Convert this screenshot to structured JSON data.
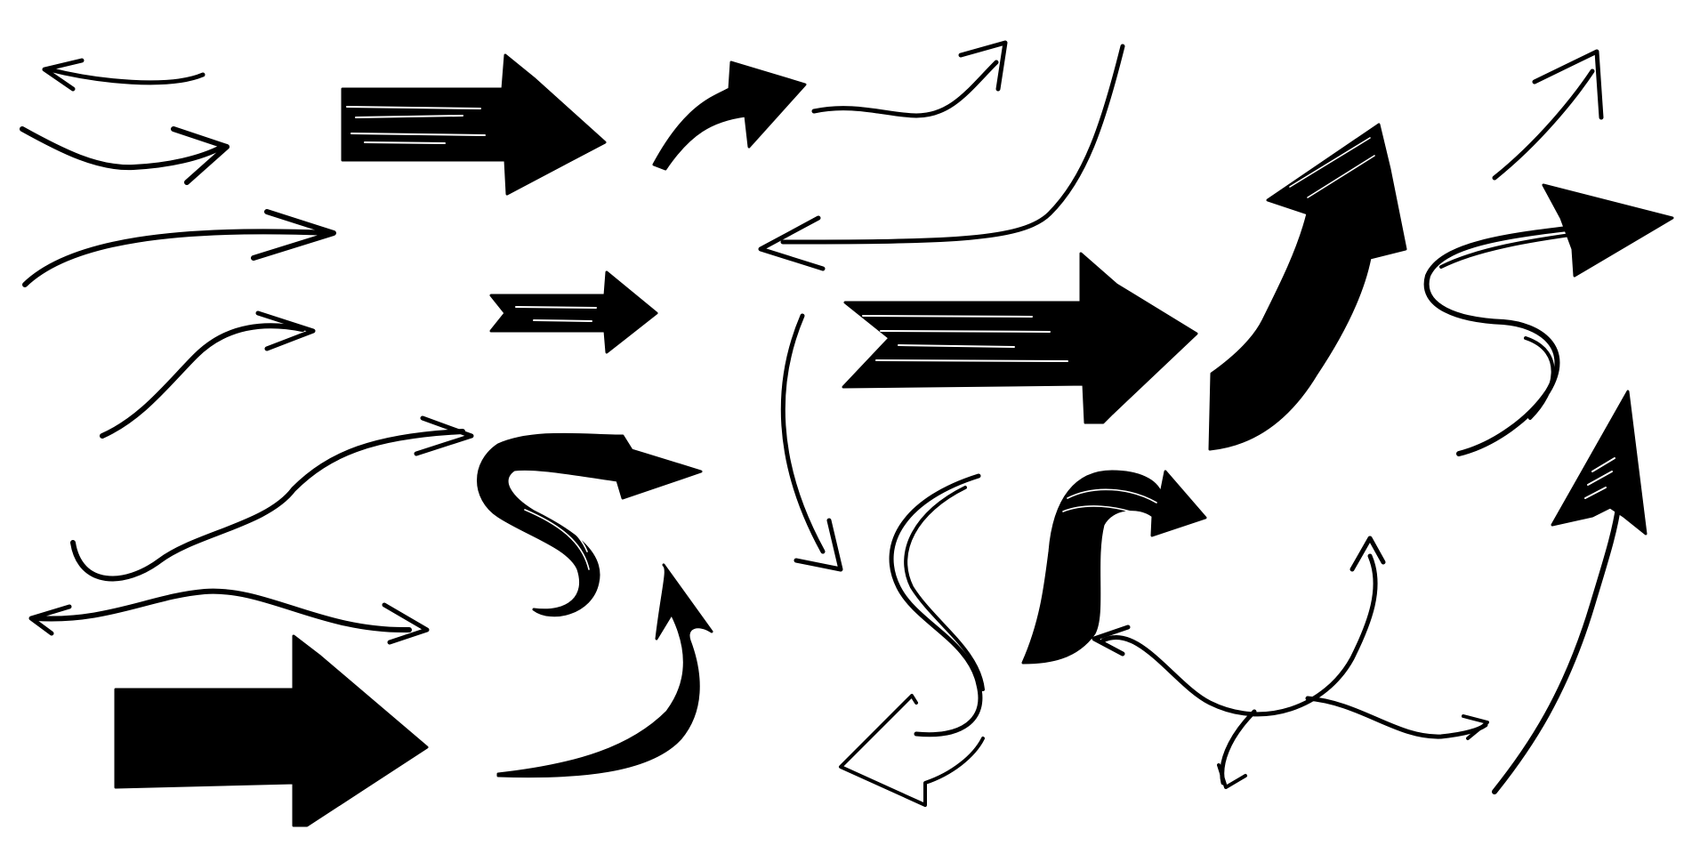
{
  "canvas": {
    "background": "#ffffff",
    "ink": "#000000"
  },
  "arrows": [
    {
      "name": "double-arrow-curve-icon",
      "style": "line"
    },
    {
      "name": "curved-arrow-right-icon",
      "style": "line"
    },
    {
      "name": "arc-arrow-right-icon",
      "style": "line"
    },
    {
      "name": "rising-arrow-icon",
      "style": "line"
    },
    {
      "name": "wavy-arrow-icon",
      "style": "line"
    },
    {
      "name": "wavy-double-arrow-icon",
      "style": "line"
    },
    {
      "name": "block-arrow-right-icon",
      "style": "filled"
    },
    {
      "name": "brush-arrow-right-icon",
      "style": "filled"
    },
    {
      "name": "small-brush-arrow-icon",
      "style": "filled"
    },
    {
      "name": "s-curve-brush-arrow-icon",
      "style": "filled"
    },
    {
      "name": "curved-up-arrow-icon",
      "style": "filled"
    },
    {
      "name": "hook-arrow-icon",
      "style": "filled"
    },
    {
      "name": "squiggle-arrow-icon",
      "style": "line"
    },
    {
      "name": "long-curve-left-arrow-icon",
      "style": "line"
    },
    {
      "name": "large-brush-arrow-right-icon",
      "style": "filled"
    },
    {
      "name": "bend-down-arrow-icon",
      "style": "line"
    },
    {
      "name": "s-curve-down-arrow-icon",
      "style": "outline"
    },
    {
      "name": "hook-over-arrow-icon",
      "style": "filled"
    },
    {
      "name": "large-up-arrow-icon",
      "style": "filled"
    },
    {
      "name": "diagonal-up-arrow-icon",
      "style": "line"
    },
    {
      "name": "s-loop-arrow-icon",
      "style": "line"
    },
    {
      "name": "branch-arrow-icon",
      "style": "line"
    },
    {
      "name": "sweep-up-arrow-icon",
      "style": "outline"
    }
  ]
}
